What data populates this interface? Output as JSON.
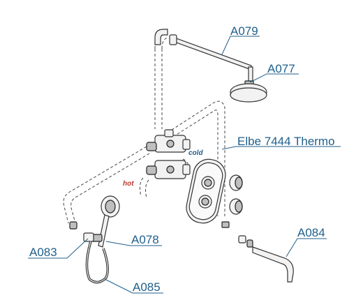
{
  "callouts": {
    "shower_arm": "A079",
    "head_shower": "A077",
    "mixer": "Elbe 7444 Thermo",
    "hand_shower": "A078",
    "wall_outlet": "A083",
    "hose": "A085",
    "spout": "A084"
  },
  "inlet_labels": {
    "hot": "hot",
    "cold": "cold"
  },
  "colors": {
    "callout": "#1f5f8b",
    "hot": "#c0392b",
    "cold": "#1f5f8b"
  }
}
